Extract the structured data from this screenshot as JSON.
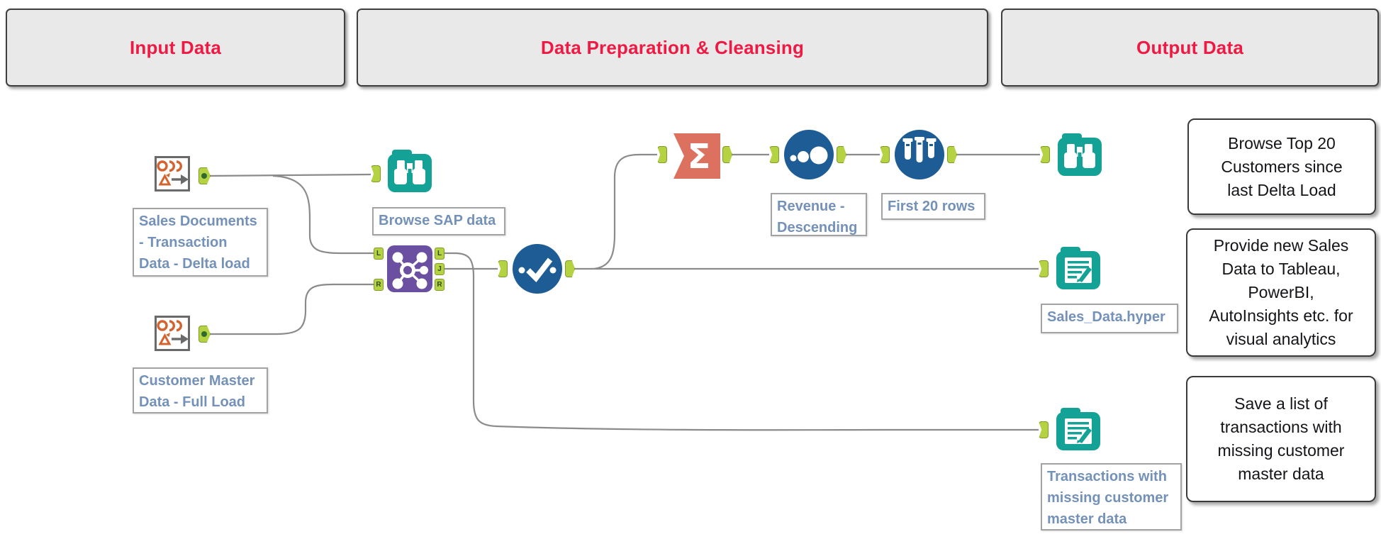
{
  "app": {
    "type": "alteryx-workflow-canvas"
  },
  "containers": [
    {
      "title": "Input Data"
    },
    {
      "title": "Data Preparation & Cleansing"
    },
    {
      "title": "Output Data"
    }
  ],
  "tools": [
    {
      "id": "input-sales",
      "icon": "sap-odp-input-icon",
      "annotation": "Sales Documents - Transaction Data - Delta load"
    },
    {
      "id": "input-customer",
      "icon": "sap-odp-input-icon",
      "annotation": "Customer Master Data - Full Load"
    },
    {
      "id": "browse-sap",
      "icon": "browse-binoculars-icon",
      "annotation": "Browse SAP data"
    },
    {
      "id": "join",
      "icon": "join-network-icon",
      "input_anchors": [
        "L",
        "R"
      ],
      "output_anchors": [
        "L",
        "J",
        "R"
      ]
    },
    {
      "id": "data-cleansing",
      "icon": "checkmark-circle-icon"
    },
    {
      "id": "summarize",
      "icon": "sigma-icon"
    },
    {
      "id": "sort",
      "icon": "sort-dots-icon",
      "annotation": "Revenue - Descending"
    },
    {
      "id": "sample",
      "icon": "test-tubes-icon",
      "annotation": "First 20 rows"
    },
    {
      "id": "browse-top20",
      "icon": "browse-binoculars-icon"
    },
    {
      "id": "output-sales",
      "icon": "write-document-icon",
      "annotation": "Sales_Data.hyper"
    },
    {
      "id": "output-missing",
      "icon": "write-document-icon",
      "annotation": "Transactions with missing customer master data"
    }
  ],
  "comments": [
    {
      "text": "Browse Top 20 Customers since last Delta Load"
    },
    {
      "text": "Provide new Sales Data to Tableau, PowerBI, AutoInsights etc. for visual analytics"
    },
    {
      "text": "Save a list of transactions with missing customer master data"
    }
  ],
  "glyphs": {
    "sigma": "Σ"
  },
  "colors": {
    "header_text": "#ef1a44",
    "header_bg": "#e9e9e9",
    "annotation_text": "#7491b9",
    "teal_tool": "#15a296",
    "purple_tool": "#6b4fa0",
    "blue_tool": "#1d5c94",
    "orange_tool": "#dc7160",
    "sap_orange": "#d4642f",
    "anchor_green": "#b5d243",
    "wire_gray": "#8b8b8b"
  }
}
